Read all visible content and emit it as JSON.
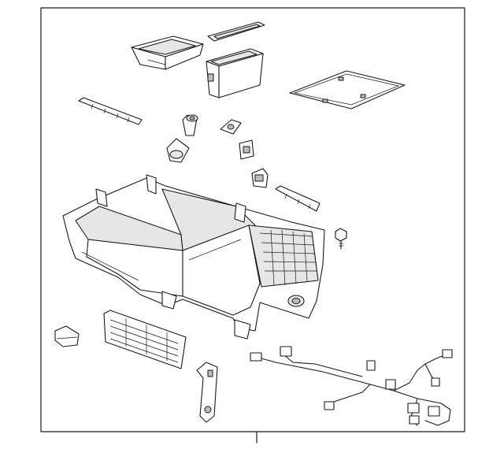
{
  "diagram": {
    "background_color": "#ffffff",
    "line_color": "#1a1a1a",
    "parts": [
      "tray",
      "trim-strip",
      "storage-bin",
      "floor-mat",
      "bracket-strip",
      "outlet-socket",
      "cup-holder-insert",
      "switch-cover",
      "latch-clip",
      "power-outlet",
      "bezel-strip",
      "screw",
      "console-housing",
      "vent-panel",
      "cap",
      "mounting-bracket",
      "wiring-harness"
    ]
  }
}
